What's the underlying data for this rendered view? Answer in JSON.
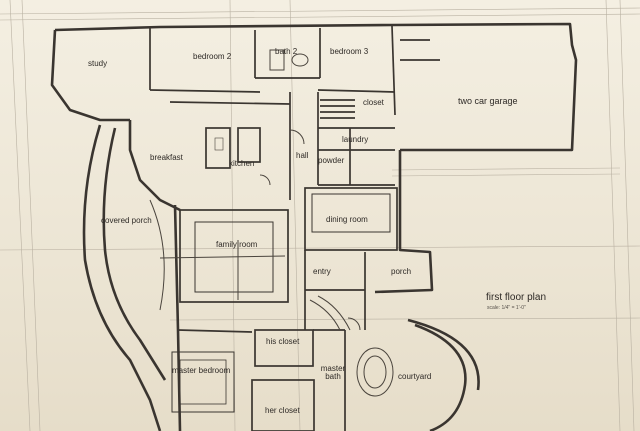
{
  "drawing": {
    "title": "first floor plan",
    "scale_note": "scale: 1/4\" = 1'-0\""
  },
  "rooms": {
    "study": "study",
    "bedroom2": "bedroom 2",
    "bath2": "bath 2",
    "bedroom3": "bedroom 3",
    "closet": "closet",
    "garage": "two car garage",
    "breakfast": "breakfast",
    "kitchen": "kitchen",
    "hall": "hall",
    "laundry": "laundry",
    "powder": "powder",
    "covered_porch": "covered porch",
    "dining_room": "dining room",
    "family_room": "family room",
    "entry": "entry",
    "porch": "porch",
    "his_closet": "his closet",
    "master_bath": "master bath",
    "master_bedroom": "master bedroom",
    "courtyard": "courtyard",
    "her_closet": "her closet"
  },
  "colors": {
    "paper": "#efe9da",
    "linework": "#3a3530",
    "light_linework": "#8a847a"
  }
}
